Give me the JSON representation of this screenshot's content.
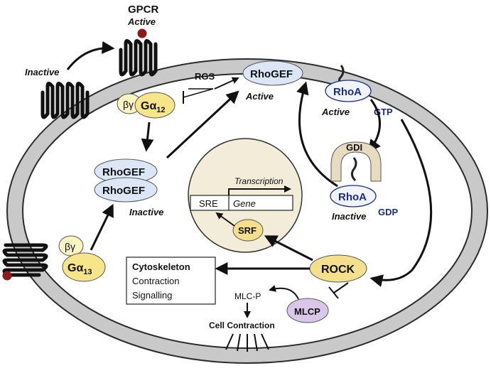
{
  "colors": {
    "membrane_gray": "#c9c9c9",
    "membrane_edge": "#2b2b2b",
    "cytoplasm": "#ffffff",
    "nucleus": "#f3ecd9",
    "rhogef_fill": "#dbe7f6",
    "rhoa_fill": "#f2f4fb",
    "g_alpha_fill": "#f7e589",
    "beta_gamma_fill": "#faf3c2",
    "rock_fill": "#f4e08c",
    "srf_fill": "#f4e08c",
    "mlcp_fill": "#d9c6e8",
    "gdi_fill": "#e8dcc0",
    "ligand": "#8b1a1a",
    "rhoa_text": "#1a2b8c"
  },
  "labels": {
    "gpcr": "GPCR",
    "gpcr_active": "Active",
    "gpcr_inactive": "Inactive",
    "rgs": "RGS",
    "rhogef_active": "RhoGEF",
    "rhogef_active_state": "Active",
    "rhogef_inactive_top": "RhoGEF",
    "rhogef_inactive_bottom": "RhoGEF",
    "rhogef_inactive_state": "Inactive",
    "beta_gamma_12": "βγ",
    "g_alpha_12": "Gα",
    "g_alpha_12_sub": "12",
    "beta_gamma_13": "βγ",
    "g_alpha_13": "Gα",
    "g_alpha_13_sub": "13",
    "rhoa_active": "RhoA",
    "rhoa_active_state": "Active",
    "gtp": "GTP",
    "gdi": "GDI",
    "rhoa_inactive": "RhoA",
    "rhoa_inactive_state": "Inactive",
    "gdp": "GDP",
    "transcription": "Transcription",
    "sre": "SRE",
    "gene": "Gene",
    "srf": "SRF",
    "rock": "ROCK",
    "cytoskeleton": "Cytoskeleton",
    "contraction": "Contraction",
    "signalling": "Signalling",
    "mlc_p": "MLC-P",
    "mlcp": "MLCP",
    "cell_contraction": "Cell Contraction"
  }
}
